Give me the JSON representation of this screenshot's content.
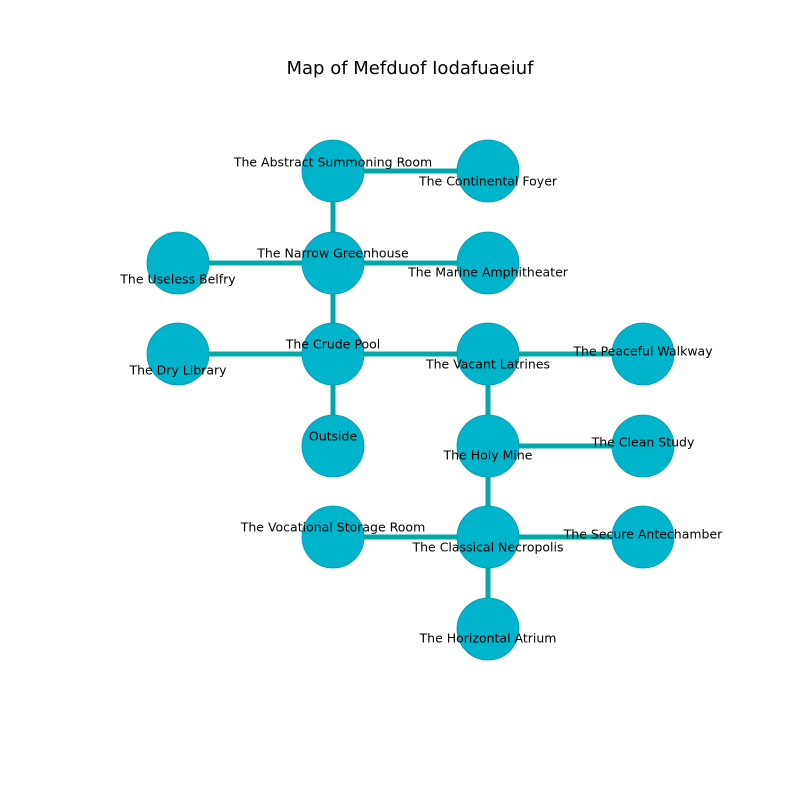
{
  "title": "Map of Mefduof Iodafuaeiuf",
  "colors": {
    "node_fill": "#00b4cc",
    "node_stroke": "#0096aa",
    "edge": "#00a8a8",
    "text": "#000000",
    "background": "#ffffff"
  },
  "rooms": [
    {
      "id": "abstract",
      "label": "The Abstract Summoning Room"
    },
    {
      "id": "continental",
      "label": "The Continental Foyer"
    },
    {
      "id": "useless",
      "label": "The Useless Belfry"
    },
    {
      "id": "narrow",
      "label": "The Narrow Greenhouse"
    },
    {
      "id": "marine",
      "label": "The Marine Amphitheater"
    },
    {
      "id": "dry",
      "label": "The Dry Library"
    },
    {
      "id": "crude",
      "label": "The Crude Pool"
    },
    {
      "id": "vacant",
      "label": "The Vacant Latrines"
    },
    {
      "id": "peaceful",
      "label": "The Peaceful Walkway"
    },
    {
      "id": "outside",
      "label": "Outside"
    },
    {
      "id": "holy",
      "label": "The Holy Mine"
    },
    {
      "id": "clean",
      "label": "The Clean Study"
    },
    {
      "id": "vocational",
      "label": "The Vocational Storage Room"
    },
    {
      "id": "classical",
      "label": "The Classical Necropolis"
    },
    {
      "id": "secure",
      "label": "The Secure Antechamber"
    },
    {
      "id": "horizontal",
      "label": "The Horizontal Atrium"
    }
  ],
  "connections": [
    [
      "abstract",
      "continental"
    ],
    [
      "abstract",
      "narrow"
    ],
    [
      "useless",
      "narrow"
    ],
    [
      "narrow",
      "marine"
    ],
    [
      "narrow",
      "crude"
    ],
    [
      "dry",
      "crude"
    ],
    [
      "crude",
      "vacant"
    ],
    [
      "crude",
      "outside"
    ],
    [
      "vacant",
      "peaceful"
    ],
    [
      "vacant",
      "holy"
    ],
    [
      "holy",
      "clean"
    ],
    [
      "holy",
      "classical"
    ],
    [
      "vocational",
      "classical"
    ],
    [
      "classical",
      "secure"
    ],
    [
      "classical",
      "horizontal"
    ]
  ]
}
